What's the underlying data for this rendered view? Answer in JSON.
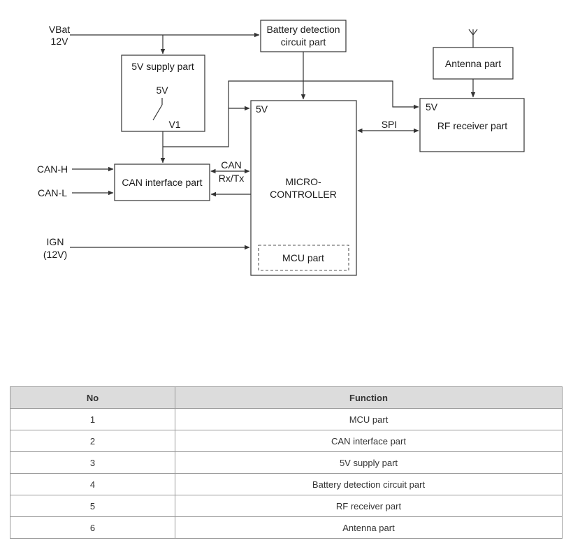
{
  "diagram": {
    "inputs": {
      "vbat_line1": "VBat",
      "vbat_line2": "12V",
      "can_h": "CAN-H",
      "can_l": "CAN-L",
      "ign_line1": "IGN",
      "ign_line2": "(12V)"
    },
    "blocks": {
      "battery_line1": "Battery detection",
      "battery_line2": "circuit part",
      "supply_title": "5V supply part",
      "supply_5v": "5V",
      "supply_v1": "V1",
      "antenna": "Antenna part",
      "rf_receiver": "RF receiver part",
      "rf_5v": "5V",
      "can_interface": "CAN interface part",
      "mcu_5v": "5V",
      "mcu_line1": "MICRO-",
      "mcu_line2": "CONTROLLER",
      "mcu_part": "MCU part"
    },
    "signals": {
      "can_line1": "CAN",
      "can_line2": "Rx/Tx",
      "spi": "SPI"
    }
  },
  "table": {
    "headers": [
      "No",
      "Function"
    ],
    "rows": [
      {
        "no": "1",
        "function": "MCU part"
      },
      {
        "no": "2",
        "function": "CAN interface part"
      },
      {
        "no": "3",
        "function": "5V supply part"
      },
      {
        "no": "4",
        "function": "Battery detection circuit part"
      },
      {
        "no": "5",
        "function": "RF receiver part"
      },
      {
        "no": "6",
        "function": "Antenna part"
      }
    ]
  }
}
